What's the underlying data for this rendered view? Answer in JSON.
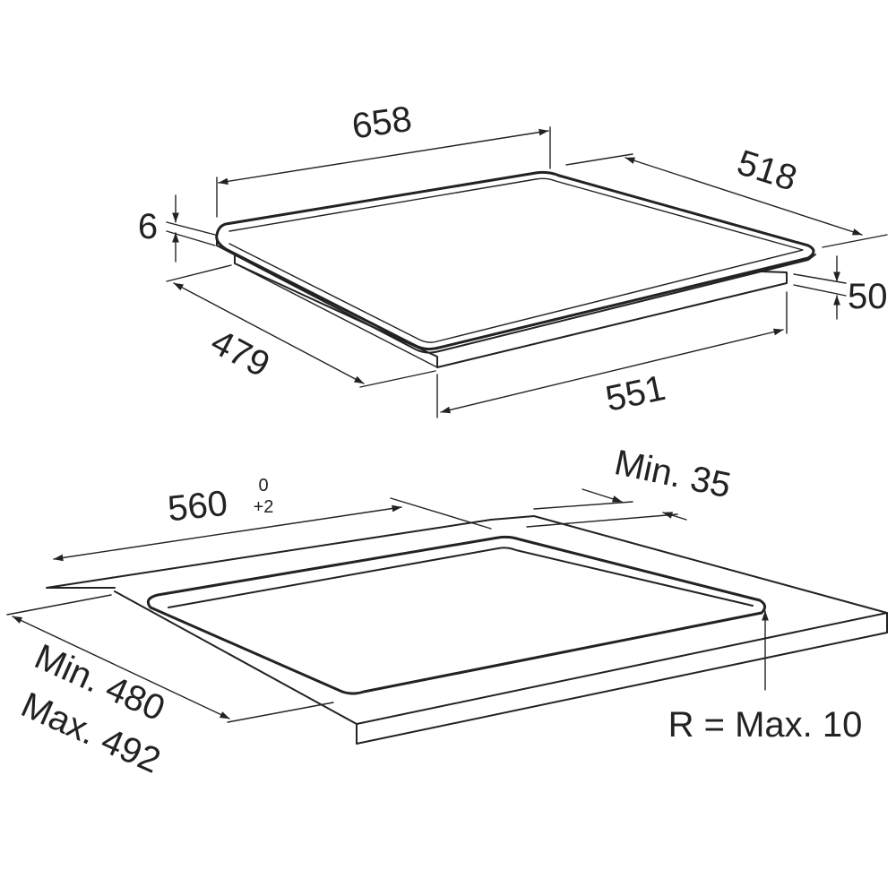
{
  "hob": {
    "width": "658",
    "depth_outer": "518",
    "glass_thickness": "6",
    "depth_left": "479",
    "body_height": "50",
    "body_width": "551"
  },
  "cutout": {
    "width_main": "560",
    "tolerance_upper": "0",
    "tolerance_lower": "+2",
    "min_edge": "Min. 35",
    "depth_min": "Min. 480",
    "depth_max": "Max. 492",
    "radius": "R = Max. 10"
  },
  "colors": {
    "line": "#222222",
    "background": "#ffffff"
  }
}
